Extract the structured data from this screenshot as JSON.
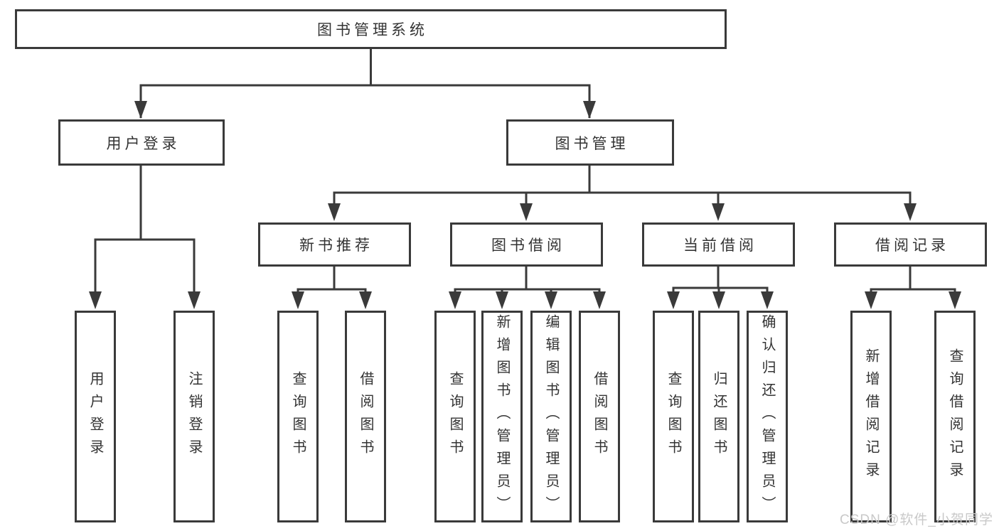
{
  "tree": {
    "label": "图书管理系统",
    "children": [
      {
        "label": "用户登录",
        "children": [
          {
            "label": "用户登录"
          },
          {
            "label": "注销登录"
          }
        ]
      },
      {
        "label": "图书管理",
        "children": [
          {
            "label": "新书推荐",
            "children": [
              {
                "label": "查询图书"
              },
              {
                "label": "借阅图书"
              }
            ]
          },
          {
            "label": "图书借阅",
            "children": [
              {
                "label": "查询图书"
              },
              {
                "label": "新增图书（管理员）"
              },
              {
                "label": "编辑图书（管理员）"
              },
              {
                "label": "借阅图书"
              }
            ]
          },
          {
            "label": "当前借阅",
            "children": [
              {
                "label": "查询图书"
              },
              {
                "label": "归还图书"
              },
              {
                "label": "确认归还（管理员）"
              }
            ]
          },
          {
            "label": "借阅记录",
            "children": [
              {
                "label": "新增借阅记录"
              },
              {
                "label": "查询借阅记录"
              }
            ]
          }
        ]
      }
    ]
  },
  "watermark": {
    "text": "CSDN @软件_小贺同学"
  },
  "colors": {
    "box_border": "#3a3a3a",
    "line": "#3a3a3a",
    "text": "#333333",
    "watermark_text": "#c9c9c9",
    "background": "#ffffff"
  }
}
